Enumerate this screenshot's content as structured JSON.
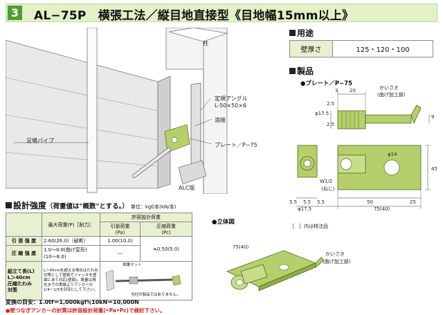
{
  "header": {
    "badge": "3",
    "title": "AL−75P　横張工法／縦目地直接型《目地幅15mm以上》"
  },
  "illustration": {
    "labels": {
      "column": "柱",
      "angle": "定規アングル",
      "angle_size": "L-50×50×6",
      "weld": "溶接",
      "plate": "プレート／P−75",
      "pipe": "足場パイプ",
      "panel": "ALC版"
    }
  },
  "usage": {
    "title": "用途",
    "row_label": "壁厚さ",
    "row_value": "125・120・100"
  },
  "product": {
    "title": "製品",
    "plate_label": "●プレート／P−75",
    "kaisaki": "かいさき",
    "kaisaki_note": "(曲げ加工部)",
    "w12": "W1/2",
    "neji": "(ねじ)",
    "d3": "3",
    "d20": "20",
    "d25a": "2.5",
    "d25b": "2.5",
    "d9": "9",
    "d45": "45",
    "d14": "φ14",
    "d175": "φ17.5",
    "b55a": "5.5",
    "b55b": "5.5",
    "b55c": "5.5",
    "b50": "50",
    "b25": "25",
    "b175": "φ17.5",
    "b75": "75(40)"
  },
  "solid": {
    "title": "●立体図",
    "spec_note": "［　］内は特注品",
    "dim": "75(40)",
    "kaisaki": "かいさき",
    "kaisaki_note": "(曲げ加工部)"
  },
  "strength": {
    "title": "設計強度",
    "subtitle": "（荷重値は\"概数\"とする。）",
    "unit": "単位：kgf/本(kN/本)",
    "col_max": "最大荷重(P)［耐力］",
    "col_allow": "許容設計荷重",
    "col_tension": "引張荷重",
    "col_tension_unit": "(Pa)",
    "col_compress": "圧縮荷重",
    "col_compress_unit": "(Pc)",
    "row1_label": "引 張 強 度",
    "row1_max": "2.60(26.0)（破断）",
    "row1_pa": "1.00(10.0)",
    "pc_value": "≒0.50(5.0)",
    "row2_label": "圧 縮 強 度",
    "row2_max_1": "1.0〜0.8(曲げ変形)",
    "row2_max_2": "(10〜8.0)",
    "row2_pa": "—",
    "row3_label_1": "組立て長(L)",
    "row3_label_2": "L＞40cm",
    "row3_label_3": "圧縮たわみ",
    "row3_label_4": "対策",
    "row3_text": "L＞40cmを超える場合はたわみ対策として壁面でジャッキを壁面にあて対応(壁面)。数量は現在までの実績よりアンカーの1/4〜1/5を目安にして下さい。",
    "row3_mat": "保護マット",
    "row3_note": "当社の製品ではありません。"
  },
  "notes": {
    "conversion": "変換の目安：1.0tf＝1,000kgf≒10kN＝10,000N",
    "warning": "●壁つなぎアンカーの計算は許容設計荷重(•Pa•Pc)で検討下さい。"
  }
}
